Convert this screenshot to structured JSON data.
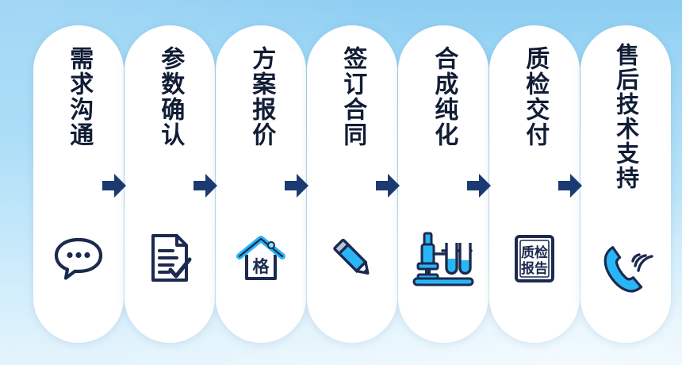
{
  "graphic": {
    "type": "process-flow",
    "title": "",
    "orientation": "horizontal-left-to-right",
    "background_color_top": "#8ccdf2",
    "background_color_bottom": "#e4f4fd",
    "card_color": "#ffffff",
    "text_color": "#111c35",
    "arrow_color": "#1c3a72",
    "accent_cyan": "#29b6f6",
    "step_count": 7
  },
  "steps": [
    {
      "index": 1,
      "label": "需求沟通",
      "icon": "chat-bubble-icon",
      "icon_style": "navy-outline"
    },
    {
      "index": 2,
      "label": "参数确认",
      "icon": "document-check-icon",
      "icon_style": "navy-outline"
    },
    {
      "index": 3,
      "label": "方案报价",
      "icon": "price-house-icon",
      "icon_text": "格",
      "icon_style": "cyan-roof-navy-outline"
    },
    {
      "index": 4,
      "label": "签订合同",
      "icon": "pencil-icon",
      "icon_style": "cyan-fill-navy-outline"
    },
    {
      "index": 5,
      "label": "合成纯化",
      "icon": "microscope-testtube-icon",
      "icon_style": "cyan-fill-navy-outline"
    },
    {
      "index": 6,
      "label": "质检交付",
      "icon": "qc-report-icon",
      "icon_text": "质检报告",
      "icon_style": "navy-outline"
    },
    {
      "index": 7,
      "label": "售后技术支持",
      "icon": "phone-call-icon",
      "icon_style": "cyan-fill"
    }
  ],
  "arrows": [
    {
      "from": 1,
      "to": 2,
      "glyph": "arrow-right-icon"
    },
    {
      "from": 2,
      "to": 3,
      "glyph": "arrow-right-icon"
    },
    {
      "from": 3,
      "to": 4,
      "glyph": "arrow-right-icon"
    },
    {
      "from": 4,
      "to": 5,
      "glyph": "arrow-right-icon"
    },
    {
      "from": 5,
      "to": 6,
      "glyph": "arrow-right-icon"
    },
    {
      "from": 6,
      "to": 7,
      "glyph": "arrow-right-icon"
    }
  ]
}
